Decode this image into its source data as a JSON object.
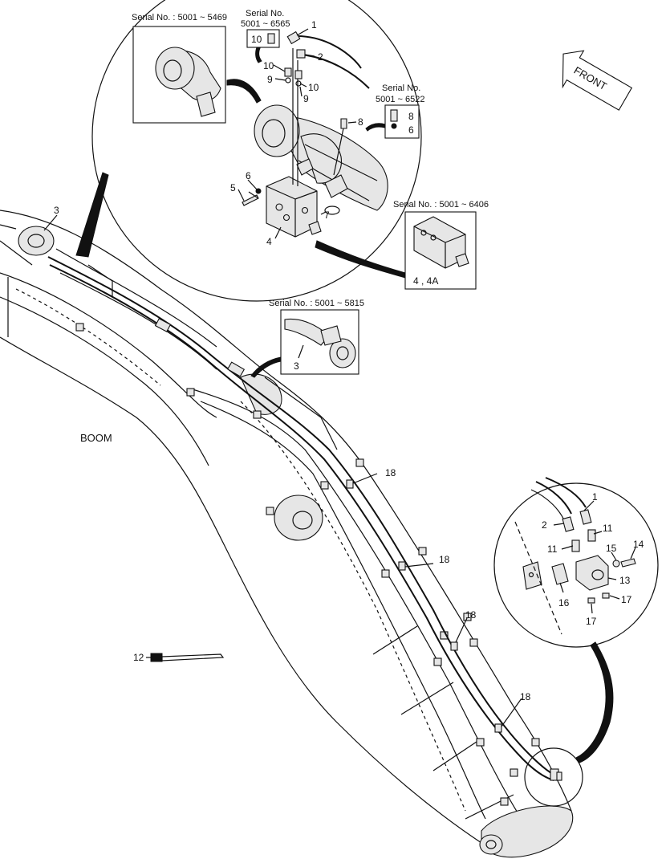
{
  "diagram": {
    "boom_label": "BOOM",
    "front_label": "FRONT",
    "serial_boxes": {
      "s5469": "Serial No. : 5001 ~ 5469",
      "s6565_line1": "Serial No.",
      "s6565_line2": "5001 ~ 6565",
      "s6522_line1": "Serial No.",
      "s6522_line2": "5001 ~ 6522",
      "s6406": "Serial No. : 5001 ~ 6406",
      "s5815": "Serial No. : 5001 ~ 5815"
    },
    "callouts": {
      "c1_top": "1",
      "c2_top": "2",
      "c10_box": "10",
      "c10_a": "10",
      "c9_a": "9",
      "c10_b": "10",
      "c9_b": "9",
      "c8_main": "8",
      "c8_box": "8",
      "c6_box": "6",
      "c6_main": "6",
      "c5": "5",
      "c7": "7",
      "c4": "4",
      "c4_4a": "4 , 4A",
      "c3_top": "3",
      "c3_inset": "3",
      "c18_a": "18",
      "c18_b": "18",
      "c18_c": "18",
      "c18_d": "18",
      "c12": "12",
      "c1_right": "1",
      "c2_right": "2",
      "c11_a": "11",
      "c11_b": "11",
      "c14": "14",
      "c15": "15",
      "c13": "13",
      "c16": "16",
      "c17_a": "17",
      "c17_b": "17"
    }
  }
}
